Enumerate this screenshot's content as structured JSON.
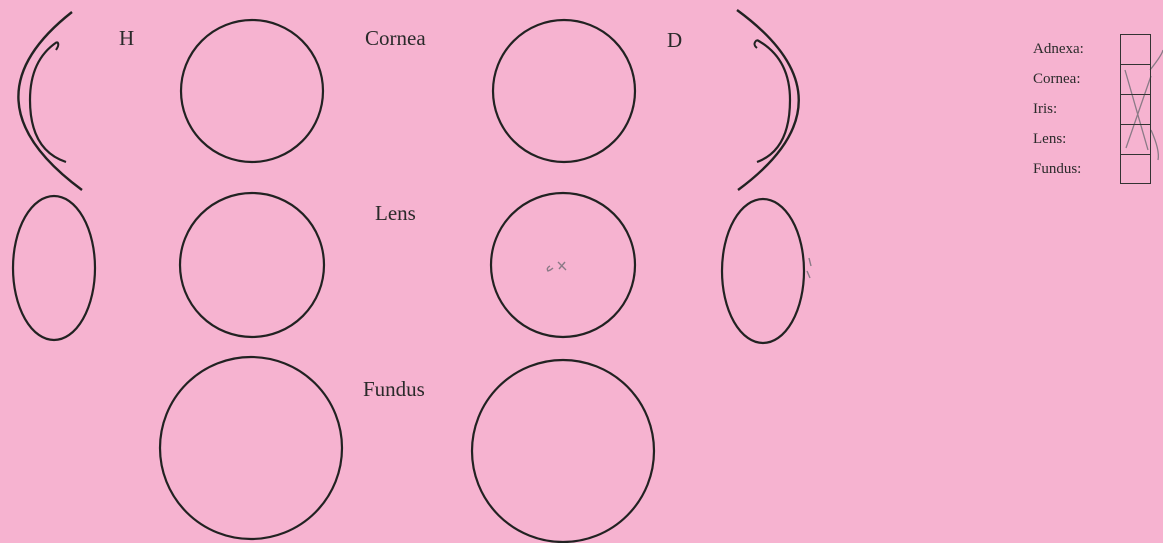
{
  "labels": {
    "left_eye": "H",
    "right_eye": "D",
    "cornea": "Cornea",
    "lens": "Lens",
    "fundus": "Fundus"
  },
  "legend": {
    "items": [
      {
        "label": "Adnexa:",
        "marked": false
      },
      {
        "label": "Cornea:",
        "marked": true
      },
      {
        "label": "Iris:",
        "marked": true
      },
      {
        "label": "Lens:",
        "marked": true
      },
      {
        "label": "Fundus:",
        "marked": false
      }
    ]
  },
  "colors": {
    "paper": "#f6b3d0",
    "ink": "#2a2a2a",
    "pencil": "#8a7a86"
  }
}
